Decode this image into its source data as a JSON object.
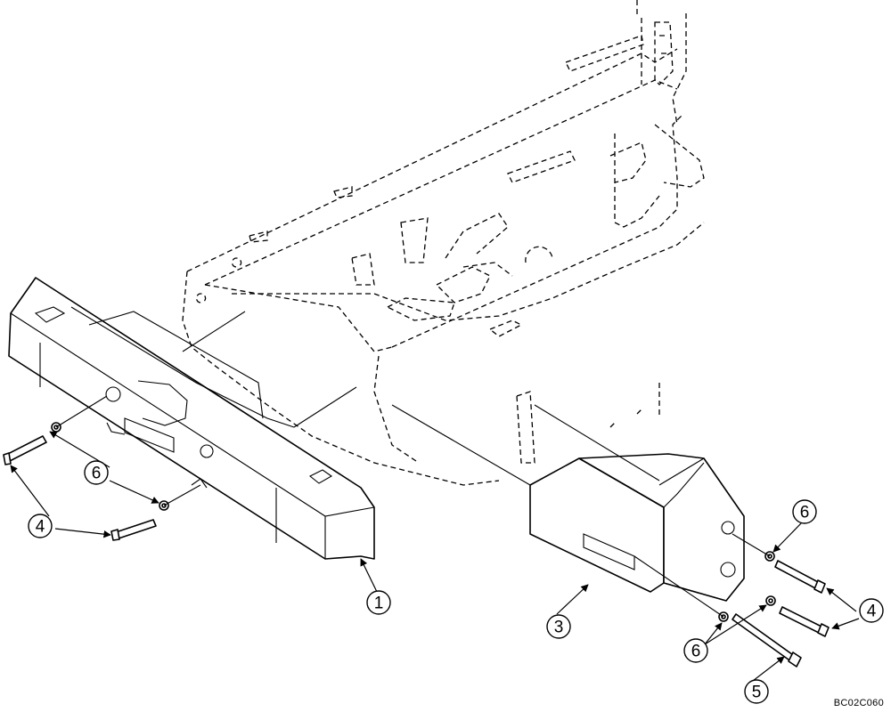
{
  "callouts": {
    "c1": "1",
    "c3": "3",
    "c4_left": "4",
    "c4_right": "4",
    "c5": "5",
    "c6_left": "6",
    "c6_right_top": "6",
    "c6_right_bottom": "6"
  },
  "drawing_code": "BC02C060"
}
